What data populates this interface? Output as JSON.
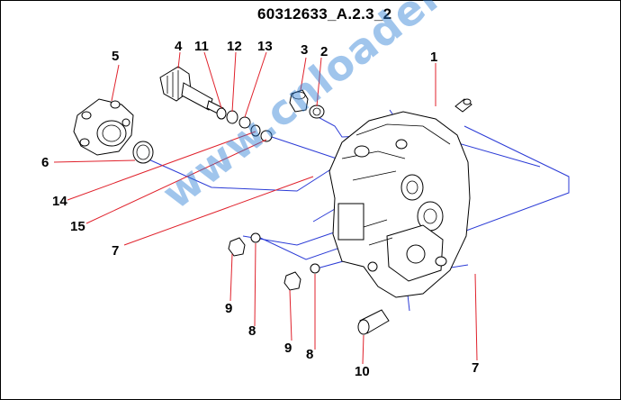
{
  "title": "60312633_A.2.3_2",
  "watermark": "www.cnloaders.com",
  "colors": {
    "leader_red": "#e0212b",
    "leader_blue": "#2b3bd6",
    "watermark": "#2f7fd6",
    "outline": "#000000"
  },
  "callouts": {
    "c1": "1",
    "c2": "2",
    "c3": "3",
    "c4": "4",
    "c5": "5",
    "c6": "6",
    "c7a": "7",
    "c7b": "7",
    "c8a": "8",
    "c8b": "8",
    "c9a": "9",
    "c9b": "9",
    "c10": "10",
    "c11": "11",
    "c12": "12",
    "c13": "13",
    "c14": "14",
    "c15": "15"
  }
}
